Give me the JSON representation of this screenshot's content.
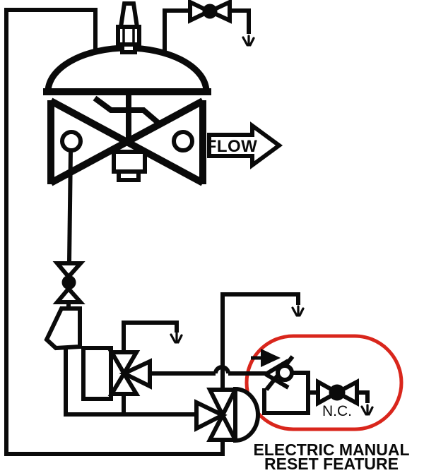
{
  "labels": {
    "flow": "FLOW",
    "normally_closed": "N.C.",
    "caption_line1": "ELECTRIC MANUAL",
    "caption_line2": "RESET FEATURE"
  },
  "colors": {
    "line": "#0a0a0a",
    "highlight_ring": "#d9261c",
    "background": "#ffffff"
  },
  "symbols": [
    "dome-actuated-main-valve",
    "flow-direction-arrow",
    "shutoff-globe-valve-top",
    "manual-globe-valve-vertical",
    "pressure-regulator-body",
    "three-way-pilot-valve-with-box-actuator",
    "three-way-valve-with-diaphragm-actuator",
    "swing-check-valve-with-electric-arrow",
    "normally-closed-reset-valve",
    "vent-to-atmosphere",
    "pipe-crossover-hop",
    "red-highlight-ring"
  ]
}
